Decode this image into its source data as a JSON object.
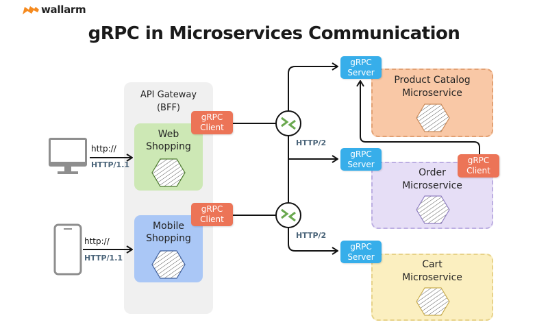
{
  "logo": {
    "text": "wallarm",
    "color": "#f58a1f"
  },
  "title": "gRPC in Microservices Communication",
  "gateway": {
    "label_line1": "API Gateway",
    "label_line2": "(BFF)"
  },
  "clients": [
    {
      "device": "desktop-monitor-icon",
      "link_text": "http://",
      "protocol": "HTTP/1.1"
    },
    {
      "device": "mobile-phone-icon",
      "link_text": "http://",
      "protocol": "HTTP/1.1"
    }
  ],
  "bff_services": [
    {
      "line1": "Web",
      "line2": "Shopping",
      "color": "#cde8b5",
      "client_tag": {
        "line1": "gRPC",
        "line2": "Client"
      }
    },
    {
      "line1": "Mobile",
      "line2": "Shopping",
      "color": "#aac7f6",
      "client_tag": {
        "line1": "gRPC",
        "line2": "Client"
      }
    }
  ],
  "routers": [
    {
      "icon": "router-icon",
      "protocol": "HTTP/2"
    },
    {
      "icon": "router-icon",
      "protocol": "HTTP/2"
    }
  ],
  "microservices": [
    {
      "line1": "Product Catalog",
      "line2": "Microservice",
      "color": "#f9c8a6",
      "server_tag": {
        "line1": "gRPC",
        "line2": "Server"
      }
    },
    {
      "line1": "Order",
      "line2": "Microservice",
      "color": "#e6def6",
      "server_tag": {
        "line1": "gRPC",
        "line2": "Server"
      },
      "client_tag": {
        "line1": "gRPC",
        "line2": "Client"
      }
    },
    {
      "line1": "Cart",
      "line2": "Microservice",
      "color": "#fbefc0",
      "server_tag": {
        "line1": "gRPC",
        "line2": "Server"
      }
    }
  ],
  "colors": {
    "grpc_client": "#ec7457",
    "grpc_server": "#37aeea",
    "router_arrow": "#6aa84f"
  }
}
